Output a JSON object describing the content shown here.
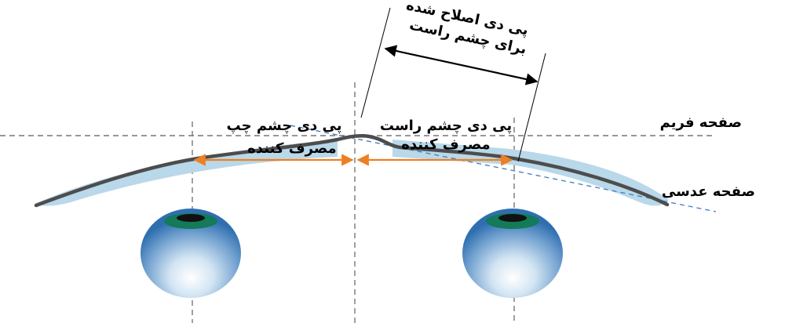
{
  "labels": {
    "corrected_pd_line1": "پی دی اصلاح شده",
    "corrected_pd_line2": "برای چشم راست",
    "left_pd_line1": "پی دی چشم چپ",
    "left_pd_line2": "مصرف کننده",
    "right_pd_line1": "پی دی چشم راست",
    "right_pd_line2": "مصرف کننده",
    "frame_plane": "صفحه فریم",
    "lens_plane": "صفحه عدسی"
  },
  "colors": {
    "lens_fill": "#b9d8ea",
    "frame_line": "#4d4d4d",
    "pd_arrow": "#ee7f22",
    "eye_blue": "#2f6fb0",
    "iris_green": "#137a5a"
  }
}
